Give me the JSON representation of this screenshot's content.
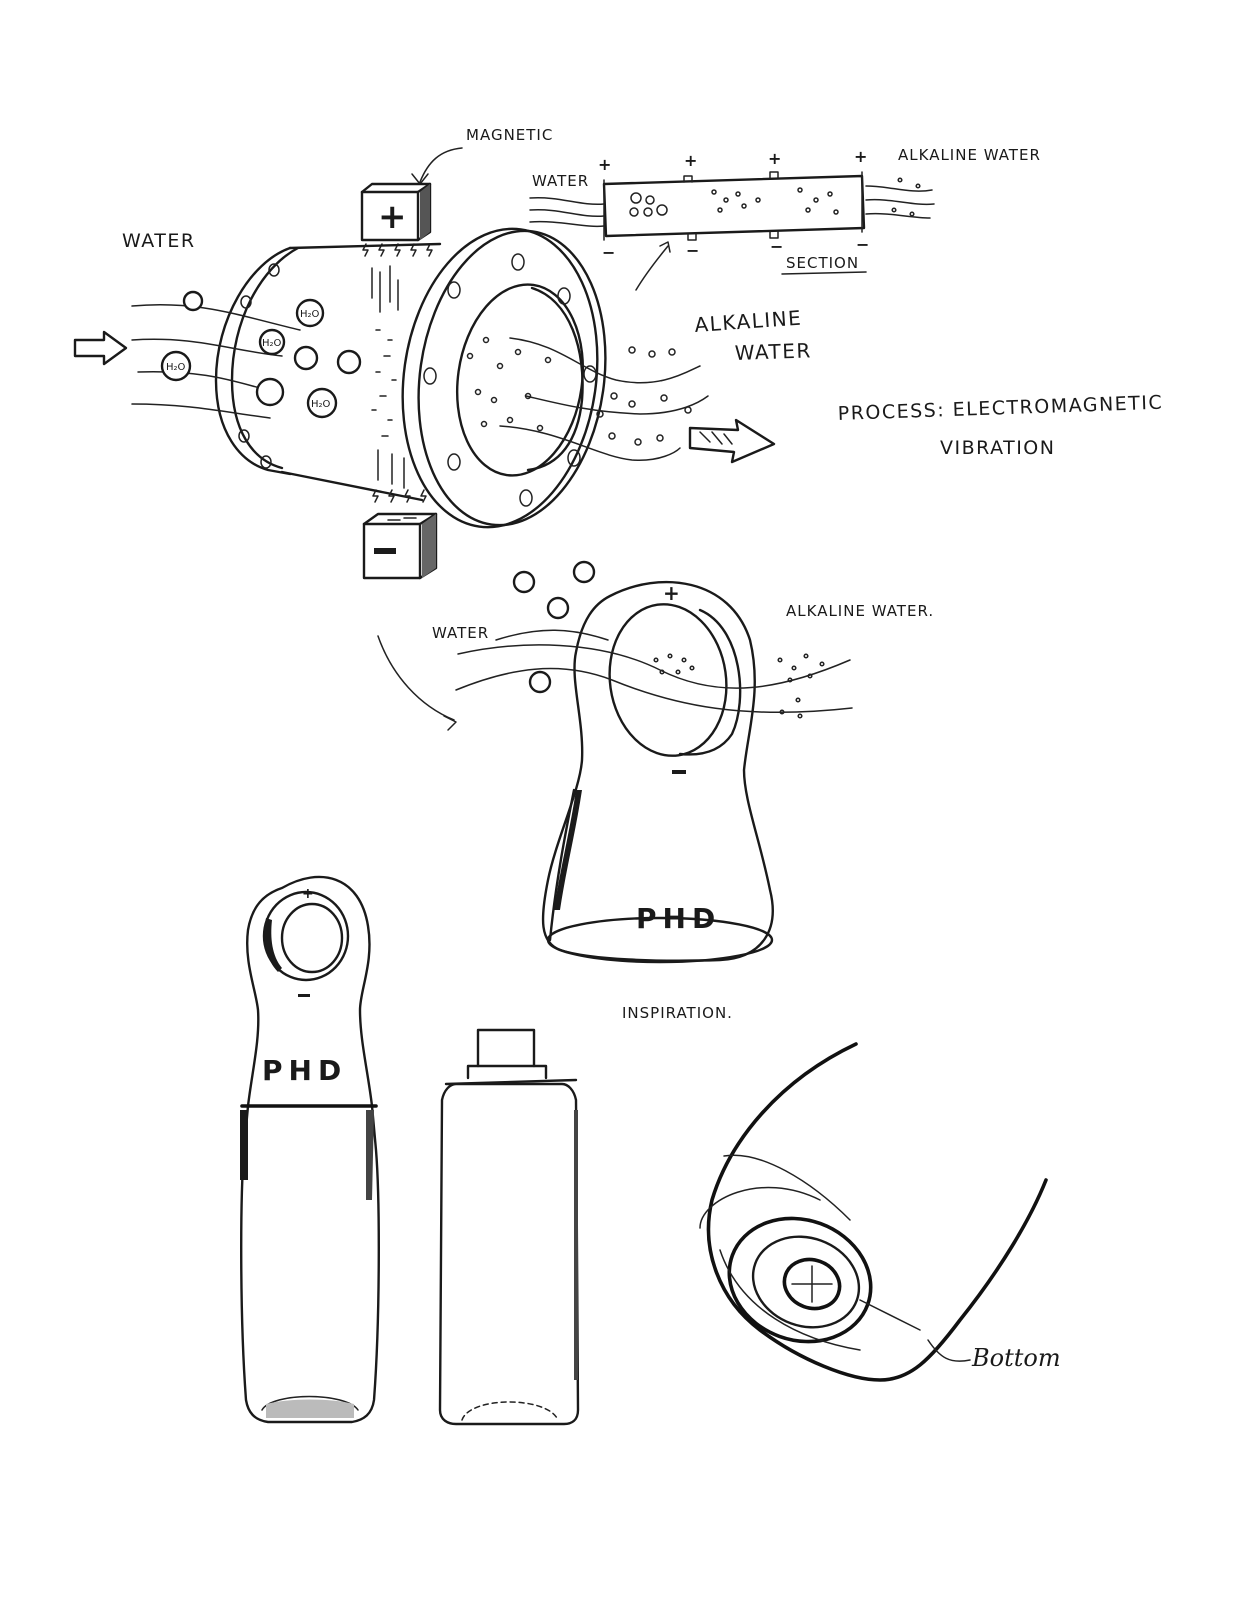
{
  "labels": {
    "magnetic": "MAGNETIC",
    "water_left": "WATER",
    "water_section": "WATER",
    "alkaline_water_section": "ALKALINE WATER",
    "section": "SECTION",
    "alkaline_line1": "ALKALINE",
    "alkaline_line2": "WATER",
    "process_line1": "PROCESS: ELECTROMAGNETIC",
    "process_line2": "VIBRATION",
    "water_mid": "WATER",
    "alkaline_water_mid": "ALKALINE WATER.",
    "inspiration": "INSPIRATION.",
    "bottom": "Bottom"
  },
  "symbols": {
    "plus": "+",
    "minus": "−",
    "molecule": "H₂O"
  },
  "brand": {
    "logo": "PHD"
  },
  "icons": {
    "arrow_in": "hollow-right-arrow",
    "arrow_out": "hollow-right-arrow",
    "spark": "lightning-spark"
  }
}
